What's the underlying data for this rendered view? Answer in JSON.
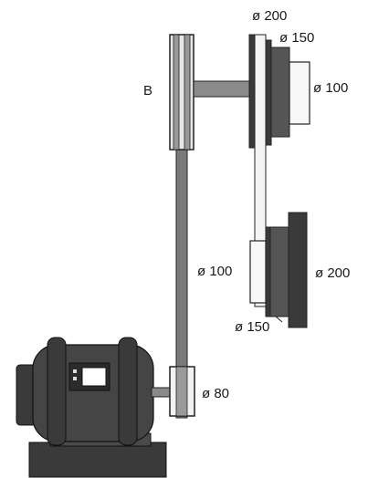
{
  "labels": {
    "shaft_b": "B",
    "upper_200": "ø 200",
    "upper_150": "ø 150",
    "upper_100": "ø 100",
    "lower_100": "ø 100",
    "lower_200": "ø 200",
    "lower_150": "ø 150",
    "motor_80": "ø 80"
  },
  "colors": {
    "dark": "#3a3a3a",
    "mid": "#6a6a6a",
    "light": "#d8d8d8",
    "white": "#ffffff",
    "line": "#1e1e1e"
  }
}
